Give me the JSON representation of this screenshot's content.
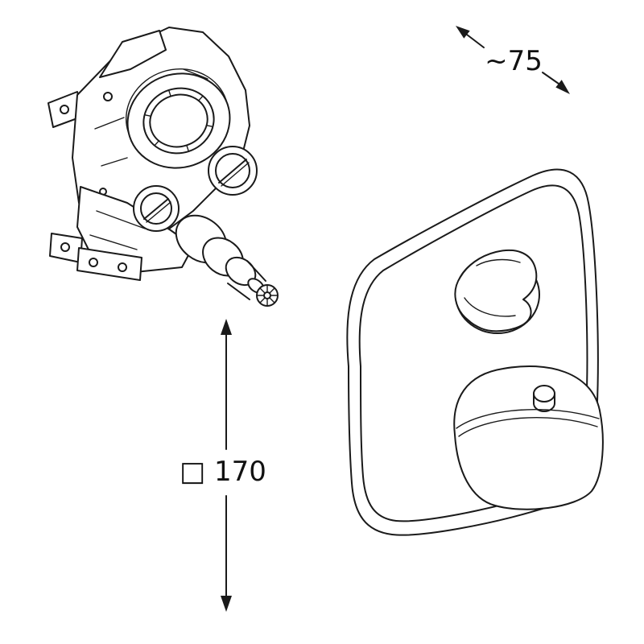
{
  "diagram": {
    "kind": "technical-installation-drawing",
    "colors": {
      "line": "#1a1a1a",
      "background": "#ffffff"
    },
    "dimensions": {
      "depth_label": "~75",
      "plate_size_label": "□ 170"
    },
    "parts": [
      {
        "name": "concealed-valve-body"
      },
      {
        "name": "clamp-ring"
      },
      {
        "name": "fixing-screws"
      },
      {
        "name": "splined-spindle"
      },
      {
        "name": "trim-plate"
      },
      {
        "name": "diverter-handle"
      },
      {
        "name": "thermostat-knob"
      },
      {
        "name": "knob-button"
      }
    ]
  }
}
